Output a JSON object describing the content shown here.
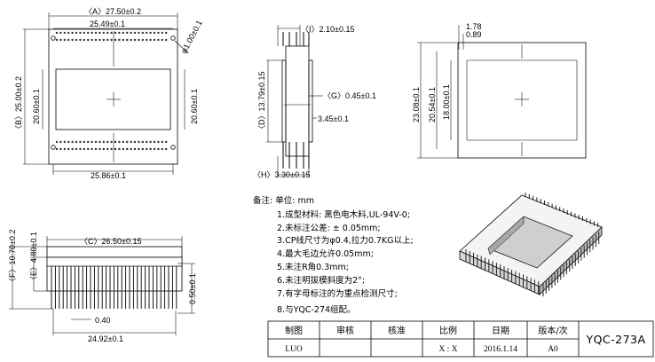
{
  "dims": {
    "A": "〈A〉27.50±0.2",
    "r1": "25.49±0.1",
    "phi": "φ1.00±0.1",
    "B": "〈B〉25.00±0.2",
    "ch1": "20.60±0.1",
    "ch2": "20.60±0.1",
    "w1": "25.86±0.1",
    "I": "〈I〉2.10±0.15",
    "D": "〈D〉13.79±0.15",
    "G": "〈G〉0.45±0.1",
    "d345": "3.45±0.1",
    "H": "〈H〉3.30±0.15",
    "d178": "1.78",
    "d089": "0.89",
    "d2308": "23.08±0.1",
    "d2054": "20.54±0.1",
    "d1800": "18.00±0.1",
    "F": "〈F〉10.70±0.2",
    "E": "〈E〉4.80±0.1",
    "C": "〈C〉26.50±0.15",
    "d040": "0.40",
    "d2492": "24.92±0.1",
    "d050": "0.50±0.1"
  },
  "notes": {
    "title": "备注: 单位: mm",
    "items": [
      "1.成型材料: 黑色电木料,UL-94V-0;",
      "2.未标注公差: ± 0.05mm;",
      "3.CP线尺寸为φ0.4,拉力0.7KG以上;",
      "4.最大毛边允许0.05mm;",
      "5.未注R角0.3mm;",
      "6.未注明拔模斜度为2°;",
      "7.有字母标注的为重点检测尺寸;",
      "8.与YQC-274组配。"
    ]
  },
  "title_block": {
    "headers": [
      "制图",
      "审核",
      "核准",
      "比例",
      "日期",
      "版本/次"
    ],
    "values": [
      "LUO",
      "",
      "",
      "X : X",
      "2016.1.14",
      "A0"
    ],
    "part_no": "YQC-273A"
  }
}
